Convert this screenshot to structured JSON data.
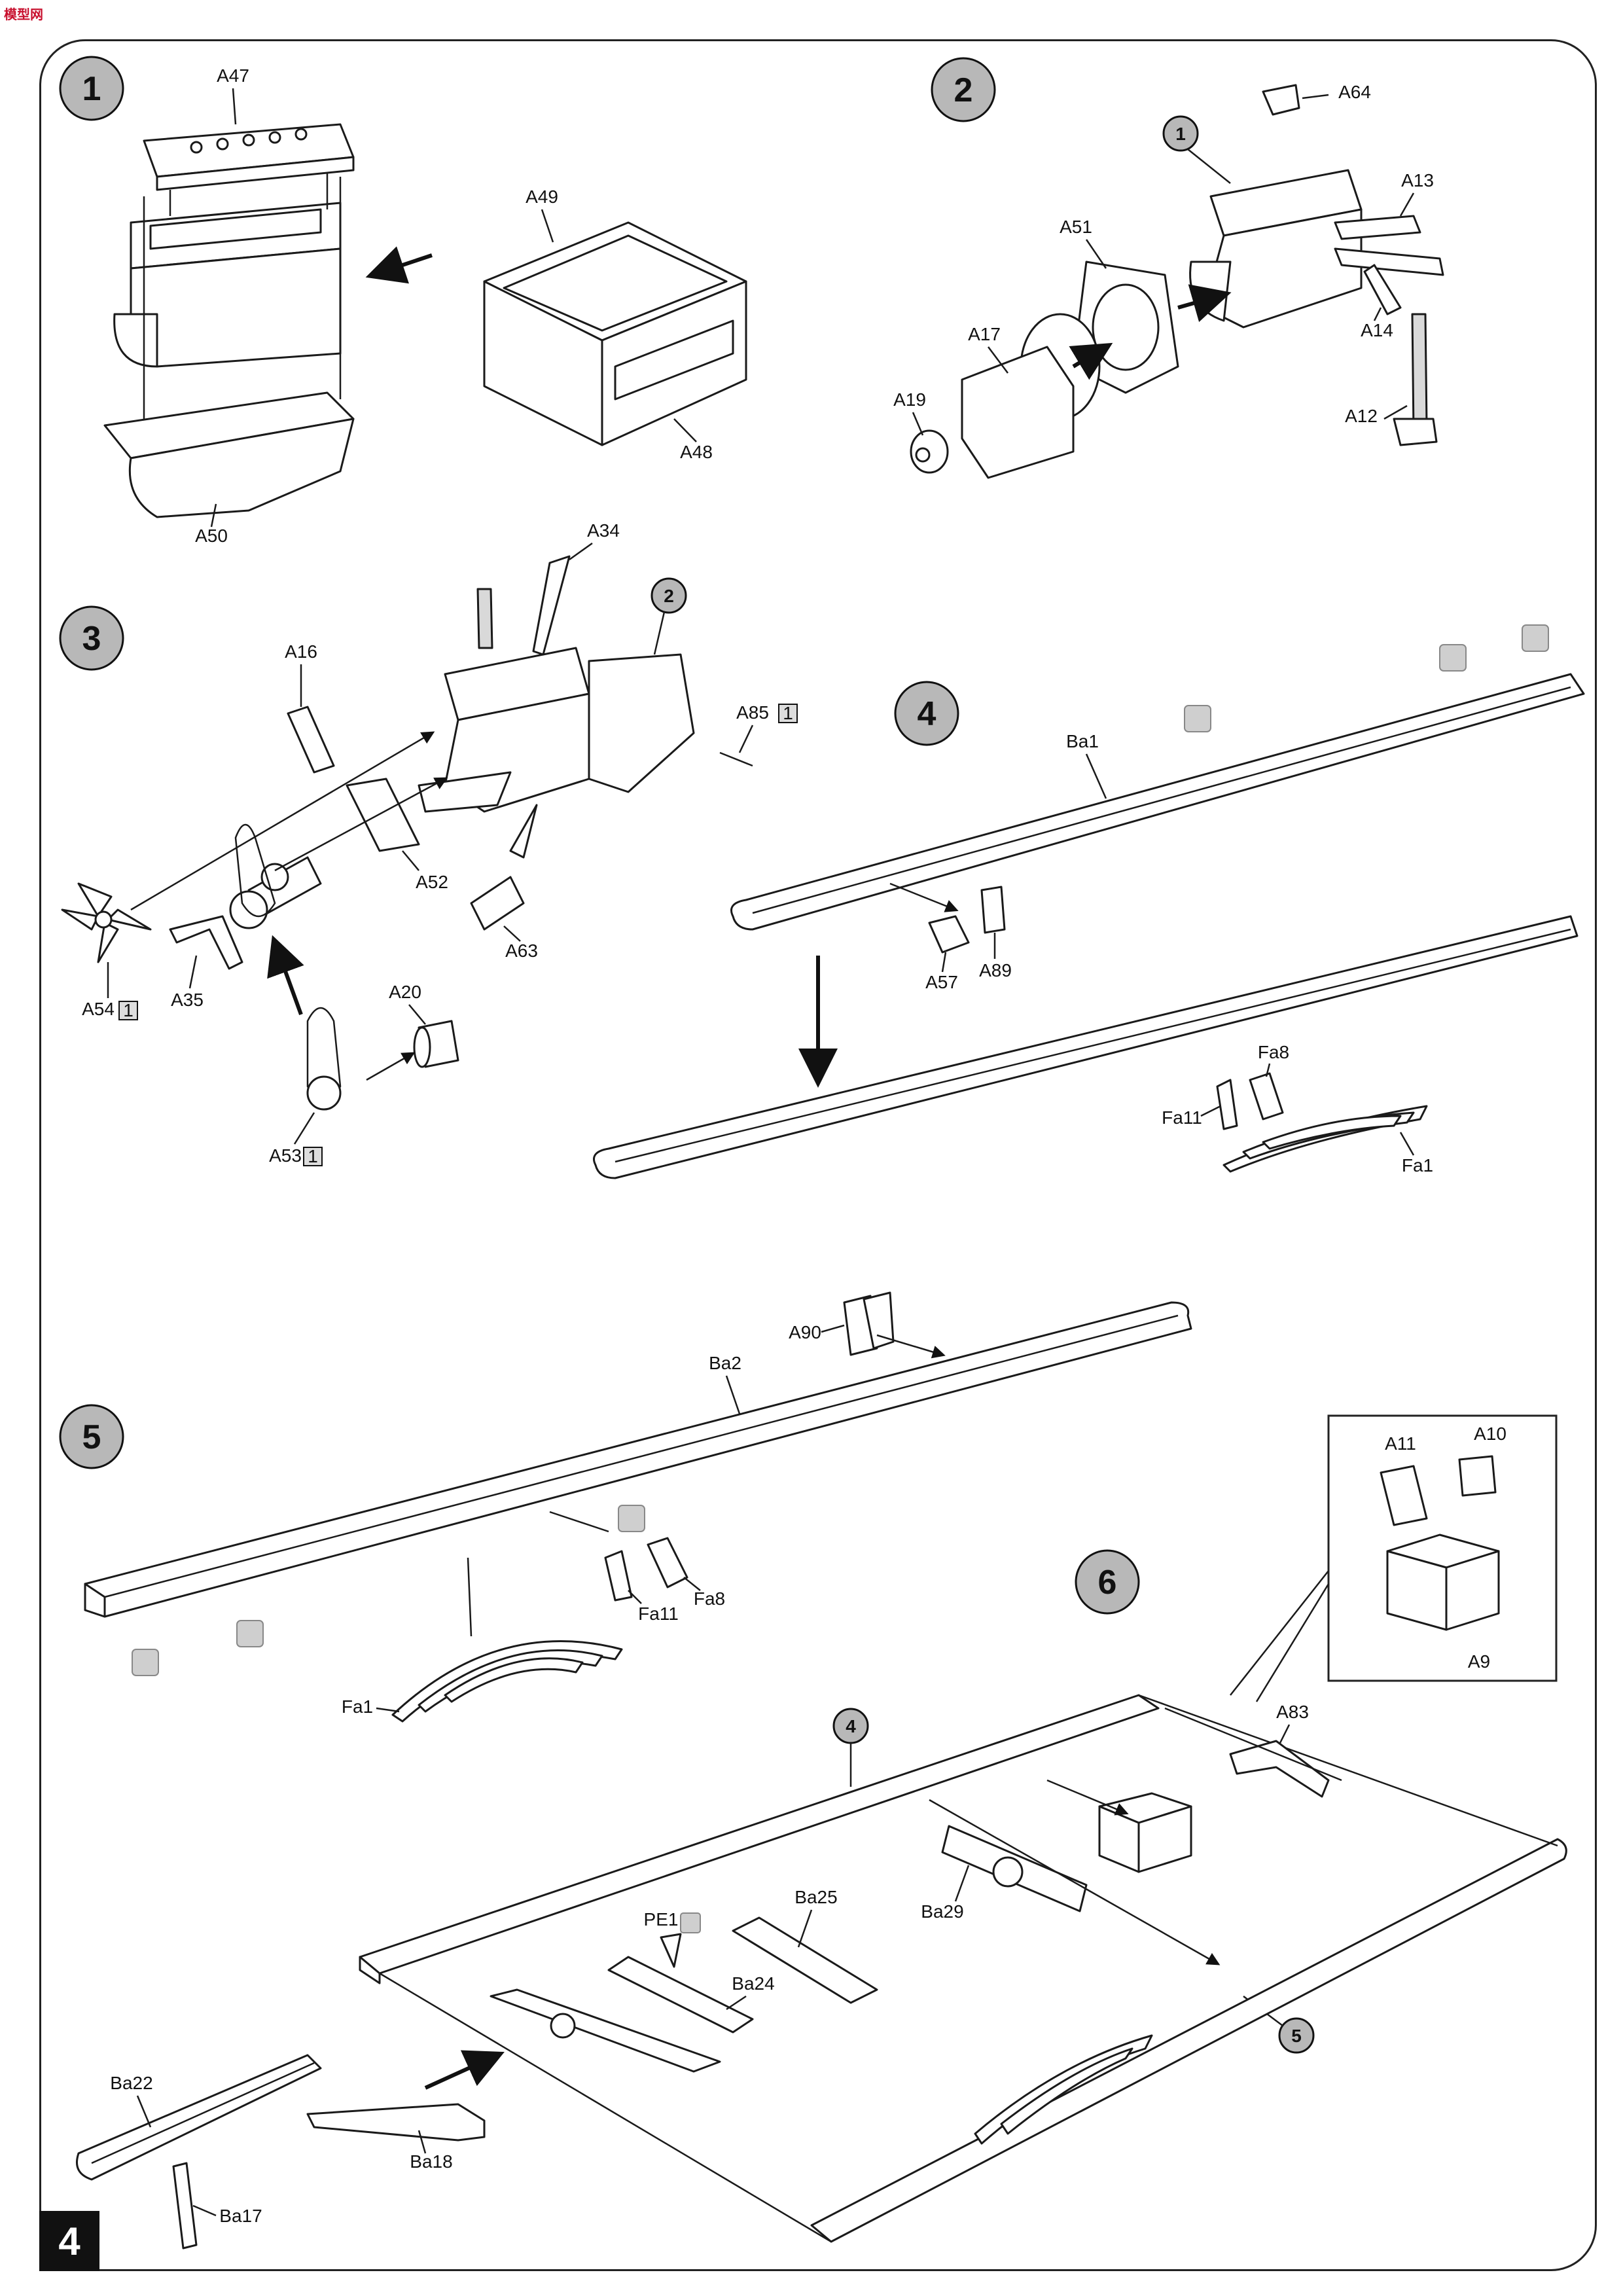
{
  "brand": {
    "logo_text": "模型网"
  },
  "page_number": "4",
  "steps": [
    {
      "number": "1",
      "labels": [
        "A47",
        "A49",
        "A48",
        "A50"
      ]
    },
    {
      "number": "2",
      "labels": [
        "A64",
        "A51",
        "A13",
        "A17",
        "A14",
        "A19",
        "A12"
      ],
      "sub_ref": "1"
    },
    {
      "number": "3",
      "labels": [
        "A34",
        "A16",
        "A85",
        "A52",
        "A63",
        "A54",
        "A35",
        "A20",
        "A53"
      ],
      "sub_ref": "2",
      "box_refs": {
        "A85": "1",
        "A54": "1",
        "A53": "1"
      }
    },
    {
      "number": "4",
      "labels": [
        "Ba1",
        "A57",
        "A89",
        "Fa8",
        "Fa11",
        "Fa1"
      ]
    },
    {
      "number": "5",
      "labels": [
        "A90",
        "Ba2",
        "Fa11",
        "Fa8",
        "Fa1"
      ]
    },
    {
      "number": "6",
      "labels": [
        "A11",
        "A10",
        "A9",
        "A83",
        "Ba25",
        "Ba29",
        "PE1",
        "Ba24",
        "Ba22",
        "Ba18",
        "Ba17"
      ],
      "sub_refs": [
        "4",
        "5"
      ]
    }
  ]
}
